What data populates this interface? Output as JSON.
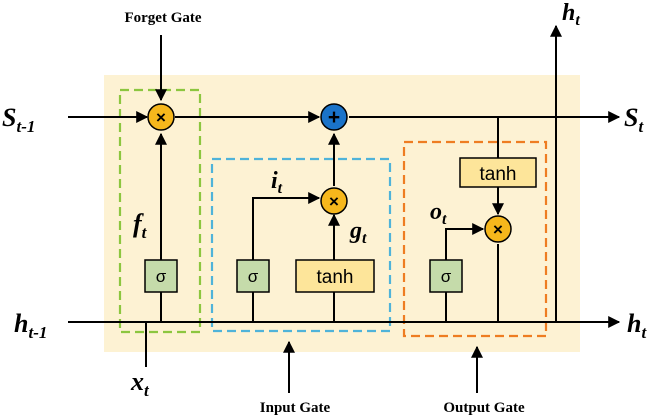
{
  "labels": {
    "forget_gate": "Forget Gate",
    "input_gate": "Input Gate",
    "output_gate": "Output Gate"
  },
  "variables": {
    "s_prev": {
      "base": "S",
      "sub": "t-1"
    },
    "s_next": {
      "base": "S",
      "sub": "t"
    },
    "h_prev": {
      "base": "h",
      "sub": "t-1"
    },
    "h_next": {
      "base": "h",
      "sub": "t"
    },
    "h_top": {
      "base": "h",
      "sub": "t"
    },
    "x": {
      "base": "x",
      "sub": "t"
    },
    "f": {
      "base": "f",
      "sub": "t"
    },
    "i": {
      "base": "i",
      "sub": "t"
    },
    "g": {
      "base": "g",
      "sub": "t"
    },
    "o": {
      "base": "o",
      "sub": "t"
    }
  },
  "blocks": {
    "sigma": "σ",
    "tanh": "tanh",
    "multiply": "×",
    "add": "+"
  },
  "colors": {
    "cell_background": "#fdf2d3",
    "forget_dash": "#8cc63f",
    "input_dash": "#4fb3d9",
    "output_dash": "#ee7d22",
    "sigma_fill": "#c5dbaa",
    "tanh_fill": "#fde59a",
    "multiply_fill": "#f6b71c",
    "add_fill": "#1a73c9"
  }
}
